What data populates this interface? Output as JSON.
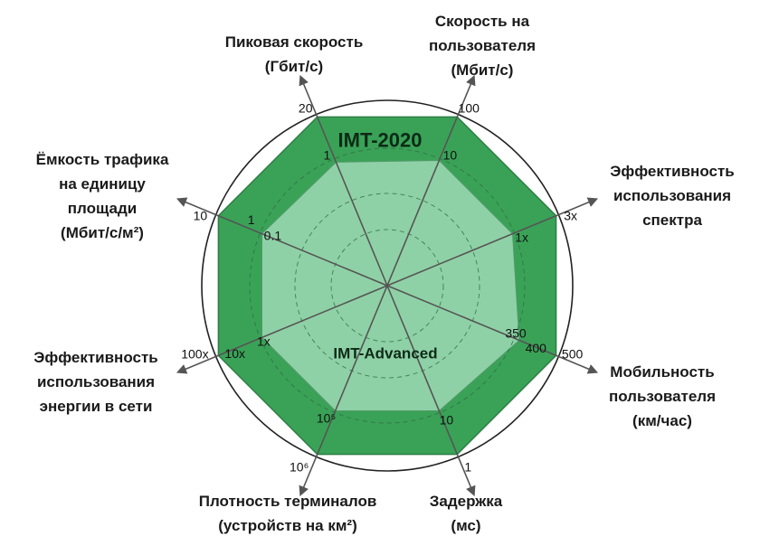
{
  "chart_data": {
    "type": "radar",
    "series": [
      {
        "name": "IMT-2020",
        "color": "#3aa257",
        "values": [
          "20",
          "100",
          "3x",
          "500",
          "1",
          "10⁶",
          "100x",
          "10"
        ]
      },
      {
        "name": "IMT-Advanced",
        "color": "#8fd1a6",
        "values": [
          "1",
          "10",
          "1x",
          "350",
          "10",
          "10⁵",
          "1x",
          "0.1"
        ]
      }
    ],
    "axes": [
      {
        "key": "peak",
        "lines": [
          "Пиковая скорость",
          "(Гбит/с)"
        ],
        "ticks": {
          "outer": "20",
          "inner": "1"
        }
      },
      {
        "key": "user",
        "lines": [
          "Скорость на",
          "пользователя",
          "(Мбит/с)"
        ],
        "ticks": {
          "outer": "100",
          "inner": "10"
        }
      },
      {
        "key": "spectrum",
        "lines": [
          "Эффективность",
          "использования",
          "спектра"
        ],
        "ticks": {
          "outer": "3x",
          "inner": "1x"
        }
      },
      {
        "key": "mobility",
        "lines": [
          "Мобильность",
          "пользователя",
          "(км/час)"
        ],
        "ticks": {
          "outer": "500",
          "mid": "400",
          "inner": "350"
        }
      },
      {
        "key": "latency",
        "lines": [
          "Задержка",
          "(мс)"
        ],
        "ticks": {
          "outer": "1",
          "inner": "10"
        }
      },
      {
        "key": "density",
        "lines": [
          "Плотность терминалов",
          "(устройств на км²)"
        ],
        "ticks": {
          "outer": "10⁶",
          "inner": "10⁵"
        }
      },
      {
        "key": "energy",
        "lines": [
          "Эффективность",
          "использования",
          "энергии в сети"
        ],
        "ticks": {
          "outer": "100x",
          "mid": "10x",
          "inner": "1x"
        }
      },
      {
        "key": "traffic",
        "lines": [
          "Ёмкость трафика",
          "на единицу",
          "площади",
          "(Мбит/с/м²)"
        ],
        "ticks": {
          "outer": "10",
          "mid": "1",
          "inner": "0.1"
        }
      }
    ],
    "grid": "dashed-circles",
    "colors": {
      "outer_fill": "#3aa257",
      "inner_fill": "#8fd1a6",
      "grid": "#2f6b43",
      "axis": "#555555"
    }
  }
}
